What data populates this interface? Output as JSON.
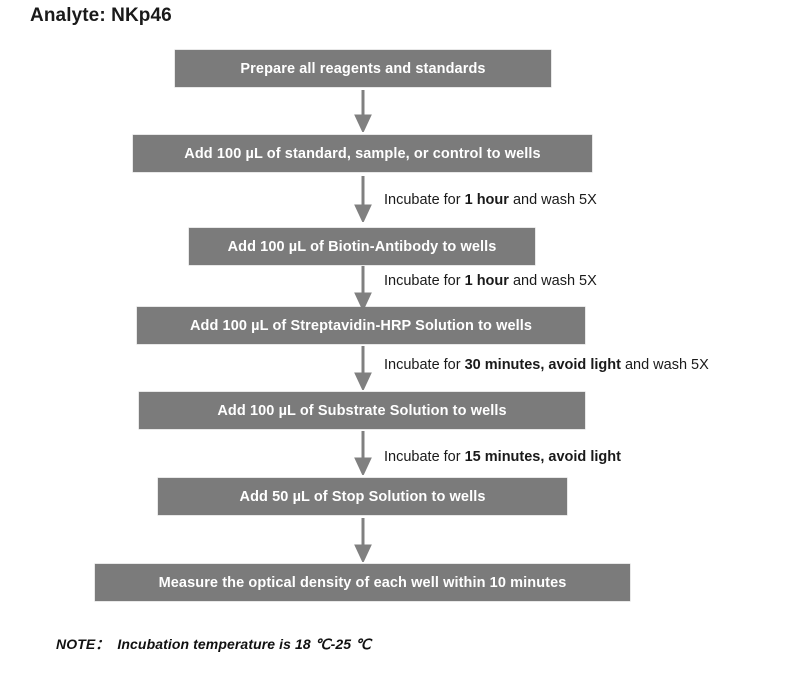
{
  "title": "Analyte: NKp46",
  "colors": {
    "box_fill": "#7b7b7b",
    "box_text": "#ffffff",
    "arrow": "#808080",
    "text": "#1a1a1a",
    "background": "#ffffff"
  },
  "steps": [
    {
      "id": "prepare-reagents",
      "label": "Prepare all reagents and standards"
    },
    {
      "id": "add-standard-sample-control",
      "label": "Add 100 µL of standard, sample, or control to wells"
    },
    {
      "id": "add-biotin-antibody",
      "label": "Add 100 µL of Biotin-Antibody to wells"
    },
    {
      "id": "add-streptavidin-hrp",
      "label": "Add 100 µL of Streptavidin-HRP Solution to wells"
    },
    {
      "id": "add-substrate-solution",
      "label": "Add 100 µL of Substrate Solution to wells"
    },
    {
      "id": "add-stop-solution",
      "label": "Add 50 µL of Stop Solution to wells"
    },
    {
      "id": "measure-optical-density",
      "label": "Measure the optical density of each well within 10 minutes"
    }
  ],
  "annotations": [
    {
      "id": "annot-1",
      "prefix": "Incubate for ",
      "emphasis": "1 hour",
      "suffix": " and wash 5X"
    },
    {
      "id": "annot-2",
      "prefix": "Incubate for ",
      "emphasis": "1 hour",
      "suffix": " and wash 5X"
    },
    {
      "id": "annot-3",
      "prefix": "Incubate for ",
      "emphasis": "30 minutes, avoid light",
      "suffix": " and wash 5X"
    },
    {
      "id": "annot-4",
      "prefix": "Incubate for ",
      "emphasis": "15 minutes, avoid light",
      "suffix": ""
    }
  ],
  "note": {
    "label": "NOTE：",
    "text": "Incubation temperature is 18 ℃-25 ℃"
  }
}
